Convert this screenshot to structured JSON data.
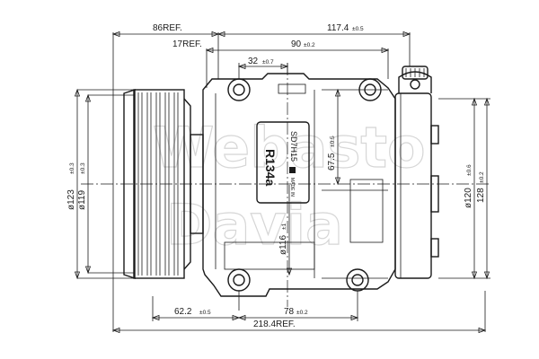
{
  "dimensions": {
    "top": [
      {
        "value": "86REF.",
        "tol": ""
      },
      {
        "value": "117.4",
        "tol": "±0.5"
      },
      {
        "value": "17REF.",
        "tol": ""
      },
      {
        "value": "90",
        "tol": "±0.2"
      },
      {
        "value": "32",
        "tol": "±0.7"
      }
    ],
    "bottom": [
      {
        "value": "62.2",
        "tol": "±0.5"
      },
      {
        "value": "78",
        "tol": "±0.2"
      },
      {
        "value": "218.4REF.",
        "tol": ""
      }
    ],
    "left": [
      {
        "value": "ø123",
        "tol": "±0.3"
      },
      {
        "value": "ø119",
        "tol": "±0.3"
      }
    ],
    "right": [
      {
        "value": "ø120",
        "tol": "±0.6"
      },
      {
        "value": "128",
        "tol": "±0.2"
      }
    ],
    "inner": [
      {
        "value": "67.5",
        "tol": "±0.5"
      },
      {
        "value": "ø116",
        "tol": "±1"
      }
    ]
  },
  "label_plate": {
    "model": "SD7H15",
    "refrigerant": "R134a",
    "origin": "MADE IN"
  },
  "watermark": {
    "line1": "Webasto",
    "line2": "Davia"
  }
}
